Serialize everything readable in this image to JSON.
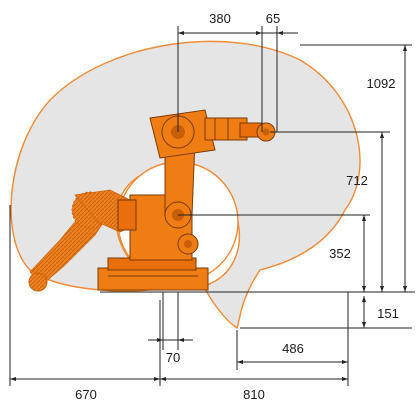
{
  "colors": {
    "envelope_fill": "#e5e5e5",
    "envelope_stroke": "#f08a34",
    "robot_main": "#f07d14",
    "robot_dark": "#c85e08",
    "dimension_line": "#222222"
  },
  "dimensions": {
    "d380": "380",
    "d65": "65",
    "d1092": "1092",
    "d712": "712",
    "d352": "352",
    "d151": "151",
    "d486": "486",
    "d70": "70",
    "d670": "670",
    "d810": "810"
  }
}
